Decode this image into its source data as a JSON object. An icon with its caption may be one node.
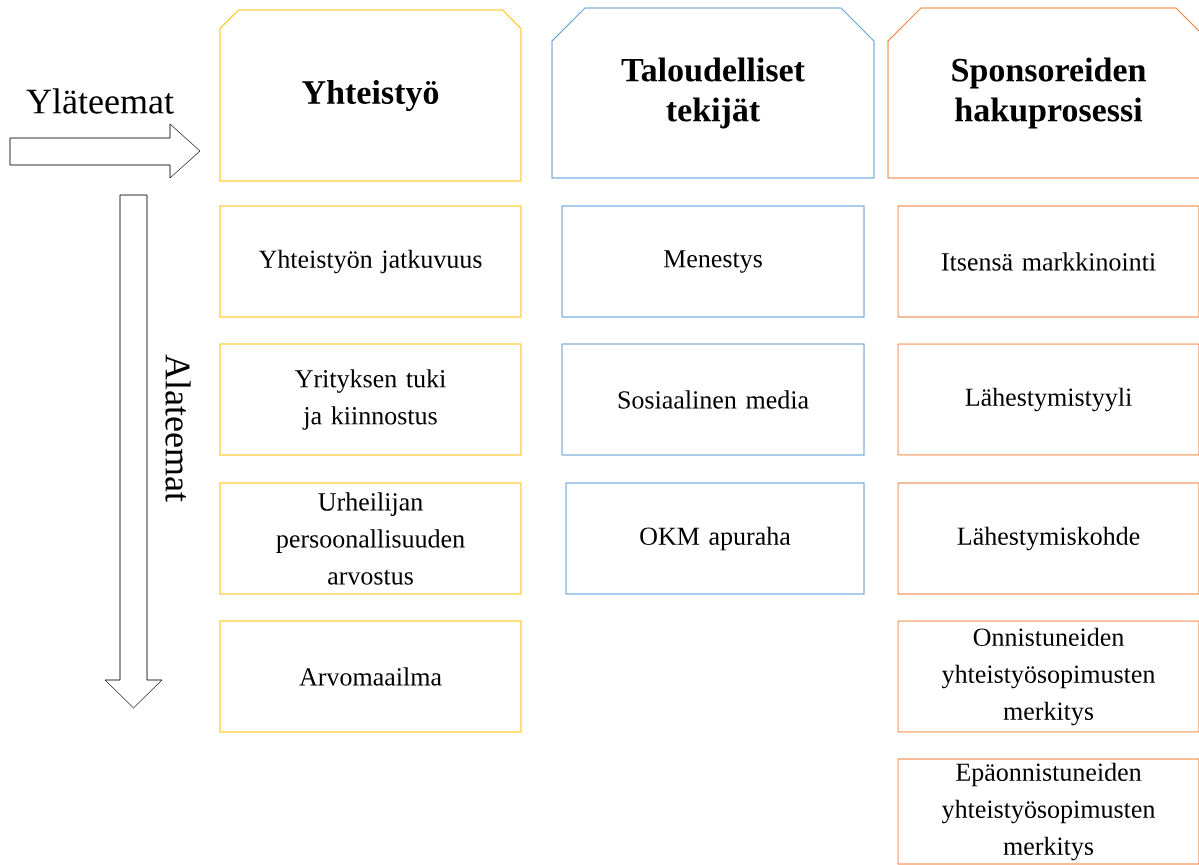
{
  "diagram": {
    "nodes": [
      {
        "text": [
          "Yhteistyö"
        ]
      },
      {
        "text": [
          "Taloudelliset tekijät"
        ]
      },
      {
        "text": [
          "Sponsoreiden hakuprosessi"
        ]
      },
      {
        "text": [
          "Yhteistyön jatkuvuus"
        ]
      },
      {
        "text": [
          "Menestys"
        ]
      },
      {
        "text": [
          "Itsensä markkinointi"
        ]
      },
      {
        "text": [
          "Yrityksen tuki ja kiinnostus"
        ]
      },
      {
        "text": [
          "Sosiaalinen media"
        ]
      },
      {
        "text": [
          "Lähestymistyyli"
        ]
      },
      {
        "text": [
          "Urheilijan persoonallisuuden arvostus"
        ]
      },
      {
        "text": [
          "OKM apuraha"
        ]
      },
      {
        "text": [
          "Lähestymiskohde"
        ]
      },
      {
        "text": [
          "Arvomaailma"
        ]
      },
      {
        "text": [
          "Onnistuneiden yhteistyösopimusten merkitys"
        ]
      },
      {
        "text": [
          "Epäonnistuneiden yhteistyösopimusten merkitys"
        ]
      }
    ],
    "edges": [],
    "labels": [
      "Yläteemat",
      "Alateemat"
    ]
  }
}
